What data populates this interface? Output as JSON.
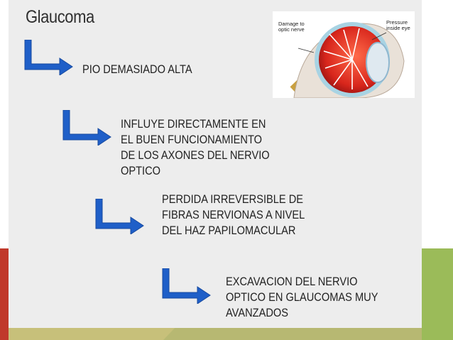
{
  "slide": {
    "title": "Glaucoma",
    "steps": [
      {
        "lines": [
          "PIO DEMASIADO ALTA"
        ]
      },
      {
        "lines": [
          "INFLUYE DIRECTAMENTE EN",
          "EL BUEN FUNCIONAMIENTO",
          "DE LOS AXONES DEL NERVIO",
          "OPTICO"
        ]
      },
      {
        "lines": [
          "PERDIDA IRREVERSIBLE DE",
          "FIBRAS NERVIONAS A NIVEL",
          "DEL HAZ PAPILOMACULAR"
        ]
      },
      {
        "lines": [
          "EXCAVACION DEL NERVIO",
          "OPTICO EN GLAUCOMAS MUY",
          "AVANZADOS"
        ]
      }
    ],
    "figure": {
      "label_damage": [
        "Damage to",
        "optic nerve"
      ],
      "label_pressure": [
        "Pressure",
        "inside eye"
      ]
    }
  },
  "colors": {
    "arrow": "#1f5fc8",
    "panel": "#ededed",
    "accent_green": "#9bbb59",
    "accent_red": "#c0392b",
    "accent_olive": "#b5b870"
  }
}
